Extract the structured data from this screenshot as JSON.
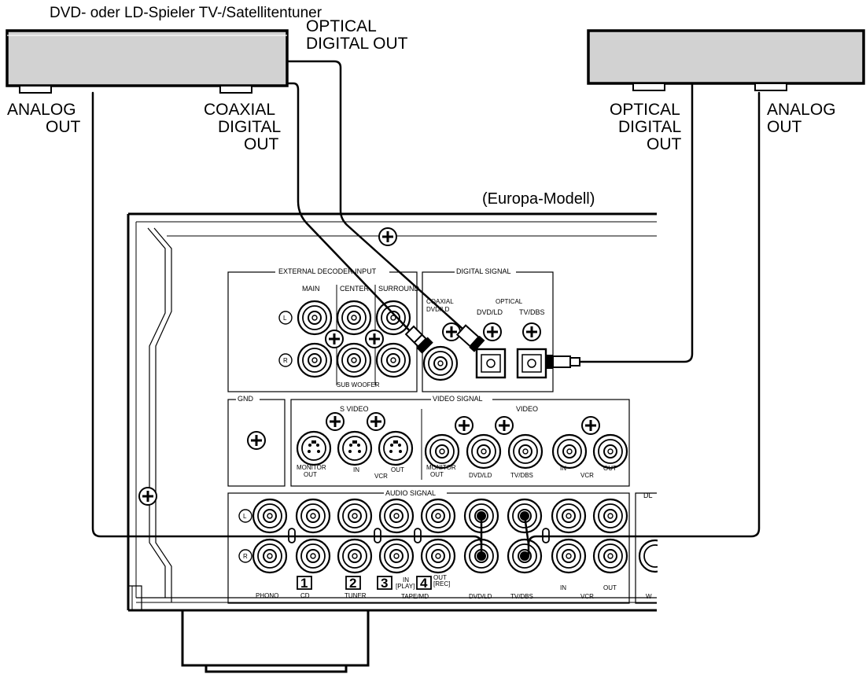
{
  "labels": {
    "caption_top": "DVD- oder LD-Spieler TV-/Satellitentuner",
    "optical_left": [
      "OPTICAL",
      "DIGITAL OUT"
    ],
    "analog_left": [
      "ANALOG",
      "OUT"
    ],
    "coaxial_left": [
      "COAXIAL",
      "DIGITAL",
      "OUT"
    ],
    "optical_right": [
      "OPTICAL",
      "DIGITAL",
      "OUT"
    ],
    "analog_right": [
      "ANALOG",
      "OUT"
    ],
    "model_note": "(Europa-Modell)"
  },
  "panel": {
    "ext_decoder": {
      "title": "EXTERNAL DECODER INPUT",
      "main": "MAIN",
      "center": "CENTER",
      "surround": "SURROUND",
      "sub_woofer": "SUB WOOFER",
      "left": "L",
      "right": "R"
    },
    "digital_signal": {
      "title": "DIGITAL SIGNAL",
      "coaxial": [
        "COAXIAL",
        "DVD/LD"
      ],
      "optical": "OPTICAL",
      "optical_dvd": "DVD/LD",
      "optical_tv": "TV/DBS"
    },
    "gnd": "GND",
    "video_signal": {
      "title": "VIDEO SIGNAL",
      "s_video": "S VIDEO",
      "video": "VIDEO",
      "monitor_out": [
        "MONITOR",
        "OUT"
      ],
      "in": "IN",
      "vcr": "VCR",
      "out": "OUT",
      "video_monitor": [
        "MONITOR",
        "OUT"
      ],
      "dvd_ld": "DVD/LD",
      "tv_dbs": "TV/DBS",
      "v_in": "IN",
      "v_vcr": "VCR",
      "v_out": "OUT"
    },
    "audio_signal": {
      "title": "AUDIO SIGNAL",
      "left": "L",
      "right": "R",
      "phono": "PHONO",
      "cd": "CD",
      "tuner": "TUNER",
      "tape_md": "TAPE/MD",
      "in_play": [
        "IN",
        "[PLAY]"
      ],
      "out_rec": [
        "OUT",
        "[REC]"
      ],
      "dvd_ld": "DVD/LD",
      "tv_dbs": "TV/DBS",
      "in": "IN",
      "vcr": "VCR",
      "out": "OUT",
      "n1": "1",
      "n2": "2",
      "n3": "3",
      "n4": "4"
    },
    "dl_partial": "DL",
    "w_partial": "W"
  }
}
